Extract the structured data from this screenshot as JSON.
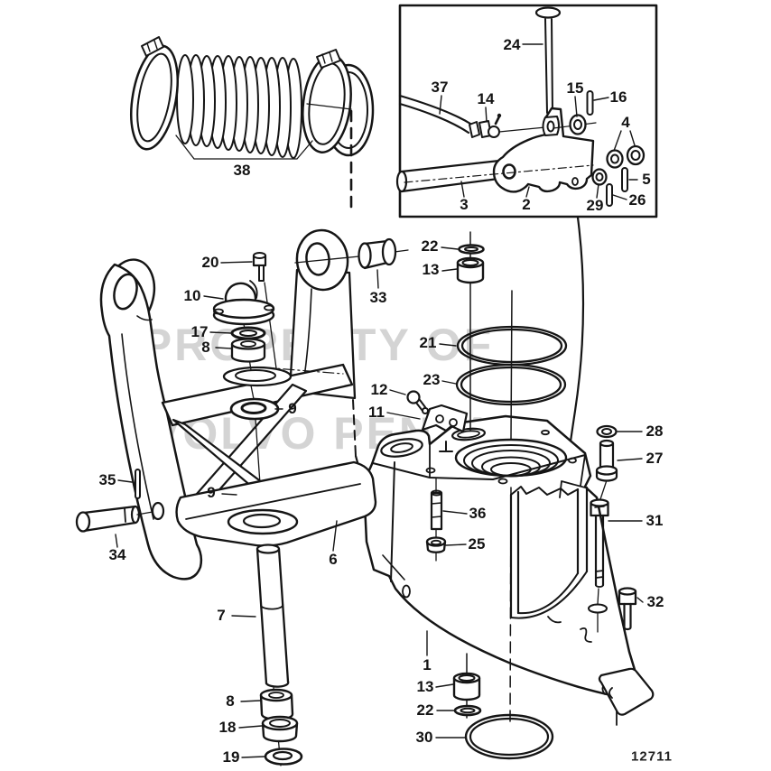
{
  "diagram": {
    "type": "exploded-parts-diagram",
    "drawing_number": "12711",
    "watermark": {
      "line1": "PROPERTY OF",
      "line2": "VOLVO PENTA"
    },
    "colors": {
      "line": "#151515",
      "background": "#ffffff",
      "watermark": "#d4d4d4",
      "label": "#141414"
    }
  },
  "callouts": [
    {
      "label": "38"
    },
    {
      "label": "24"
    },
    {
      "label": "37"
    },
    {
      "label": "14"
    },
    {
      "label": "15"
    },
    {
      "label": "16"
    },
    {
      "label": "4"
    },
    {
      "label": "3"
    },
    {
      "label": "2"
    },
    {
      "label": "29"
    },
    {
      "label": "5"
    },
    {
      "label": "26"
    },
    {
      "label": "20"
    },
    {
      "label": "10"
    },
    {
      "label": "33"
    },
    {
      "label": "17"
    },
    {
      "label": "8"
    },
    {
      "label": "22"
    },
    {
      "label": "13"
    },
    {
      "label": "21"
    },
    {
      "label": "23"
    },
    {
      "label": "12"
    },
    {
      "label": "11"
    },
    {
      "label": "9"
    },
    {
      "label": "28"
    },
    {
      "label": "27"
    },
    {
      "label": "35"
    },
    {
      "label": "9"
    },
    {
      "label": "36"
    },
    {
      "label": "31"
    },
    {
      "label": "34"
    },
    {
      "label": "25"
    },
    {
      "label": "6"
    },
    {
      "label": "7"
    },
    {
      "label": "32"
    },
    {
      "label": "1"
    },
    {
      "label": "13"
    },
    {
      "label": "8"
    },
    {
      "label": "22"
    },
    {
      "label": "18"
    },
    {
      "label": "30"
    },
    {
      "label": "19"
    }
  ]
}
